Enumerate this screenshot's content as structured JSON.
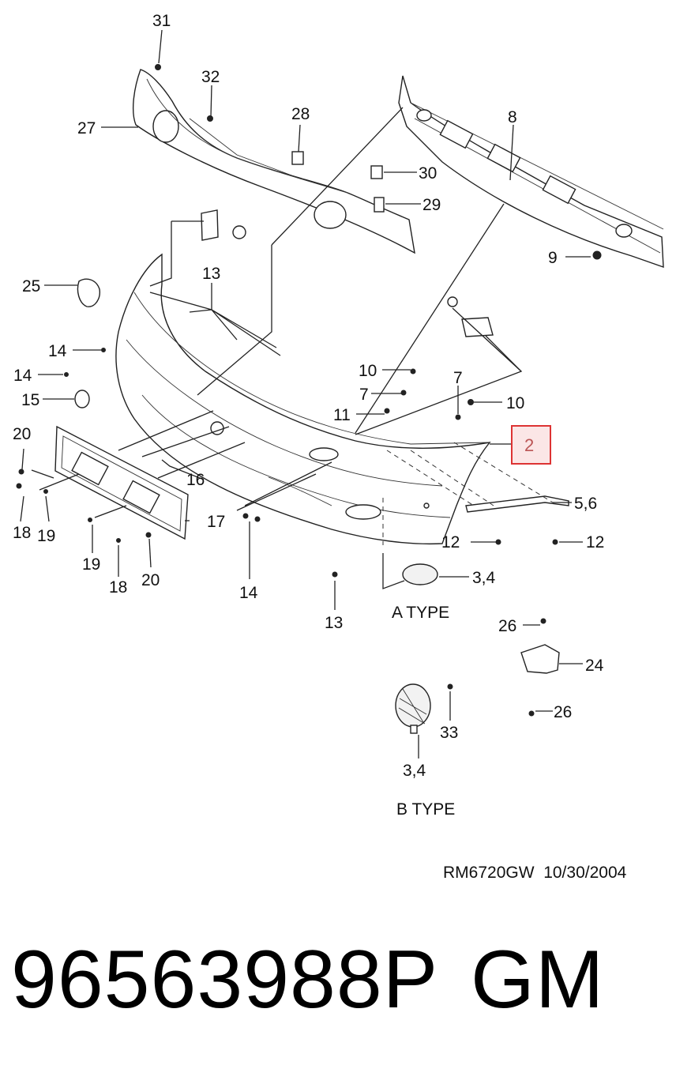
{
  "callouts": {
    "c31": "31",
    "c32": "32",
    "c28": "28",
    "c27": "27",
    "c30": "30",
    "c29": "29",
    "c8": "8",
    "c9": "9",
    "c25": "25",
    "c13a": "13",
    "c14a": "14",
    "c14b": "14",
    "c15": "15",
    "c10a": "10",
    "c7a": "7",
    "c7b": "7",
    "c10b": "10",
    "c11": "11",
    "c2": "2",
    "c20a": "20",
    "c16": "16",
    "c18a": "18",
    "c19a": "19",
    "c17": "17",
    "c19b": "19",
    "c18b": "18",
    "c20b": "20",
    "c14c": "14",
    "c13b": "13",
    "c56": "5,6",
    "c12a": "12",
    "c12b": "12",
    "c34a": "3,4",
    "c26a": "26",
    "c24": "24",
    "c26b": "26",
    "c33": "33",
    "c34b": "3,4"
  },
  "type_labels": {
    "a": "A TYPE",
    "b": "B TYPE"
  },
  "drawing_ref": "RM6720GW  10/30/2004",
  "part_number": "96563988P",
  "brand": "GM",
  "highlight_color": "#d33333"
}
